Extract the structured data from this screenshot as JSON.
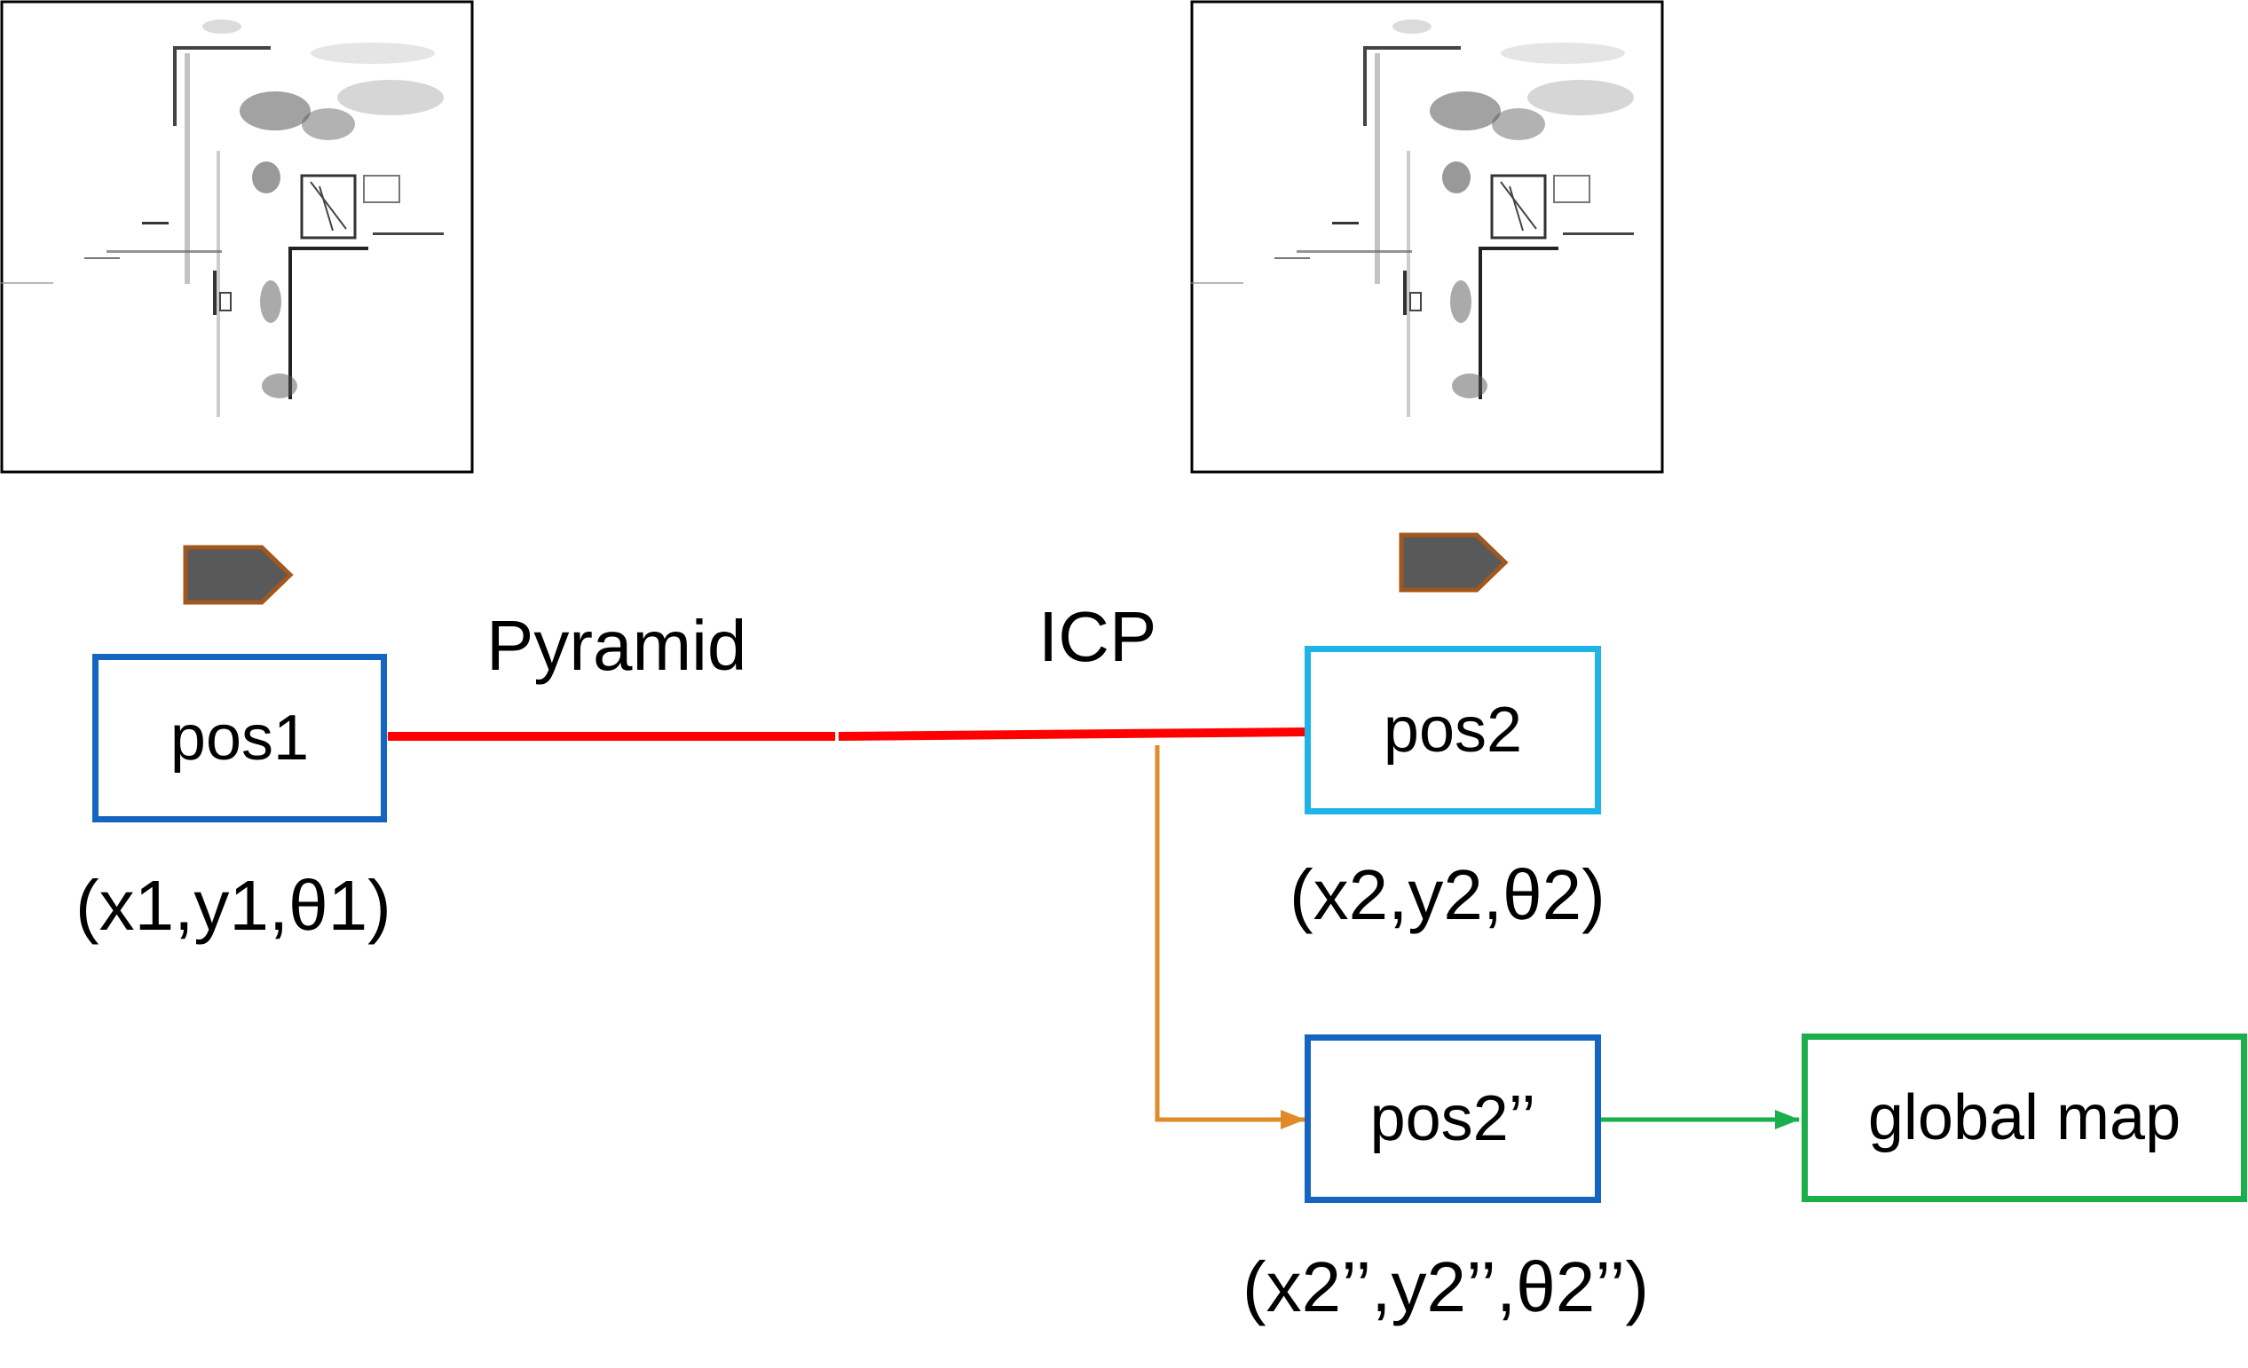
{
  "nodes": {
    "pos1": {
      "label": "pos1",
      "coords": "(x1,y1,θ1)",
      "border_color": "#1565C0"
    },
    "pos2": {
      "label": "pos2",
      "coords": "(x2,y2,θ2)",
      "border_color": "#1EB4E8"
    },
    "pos2pp": {
      "label": "pos2’’",
      "coords": "(x2’’,y2’’,θ2’’)",
      "border_color": "#1565C0"
    },
    "global_map": {
      "label": "global map",
      "border_color": "#1AAF4B"
    }
  },
  "edges": {
    "pyramid": {
      "label": "Pyramid",
      "color": "#FF0000"
    },
    "icp": {
      "label": "ICP",
      "color": "#FF0000"
    },
    "branch": {
      "color": "#E08A2A"
    },
    "to_global": {
      "color": "#1AAF4B"
    }
  },
  "markers": {
    "fill": "#595959",
    "stroke": "#A0581E"
  },
  "map_images": [
    {
      "name": "occupancy-map-1"
    },
    {
      "name": "occupancy-map-2"
    }
  ]
}
